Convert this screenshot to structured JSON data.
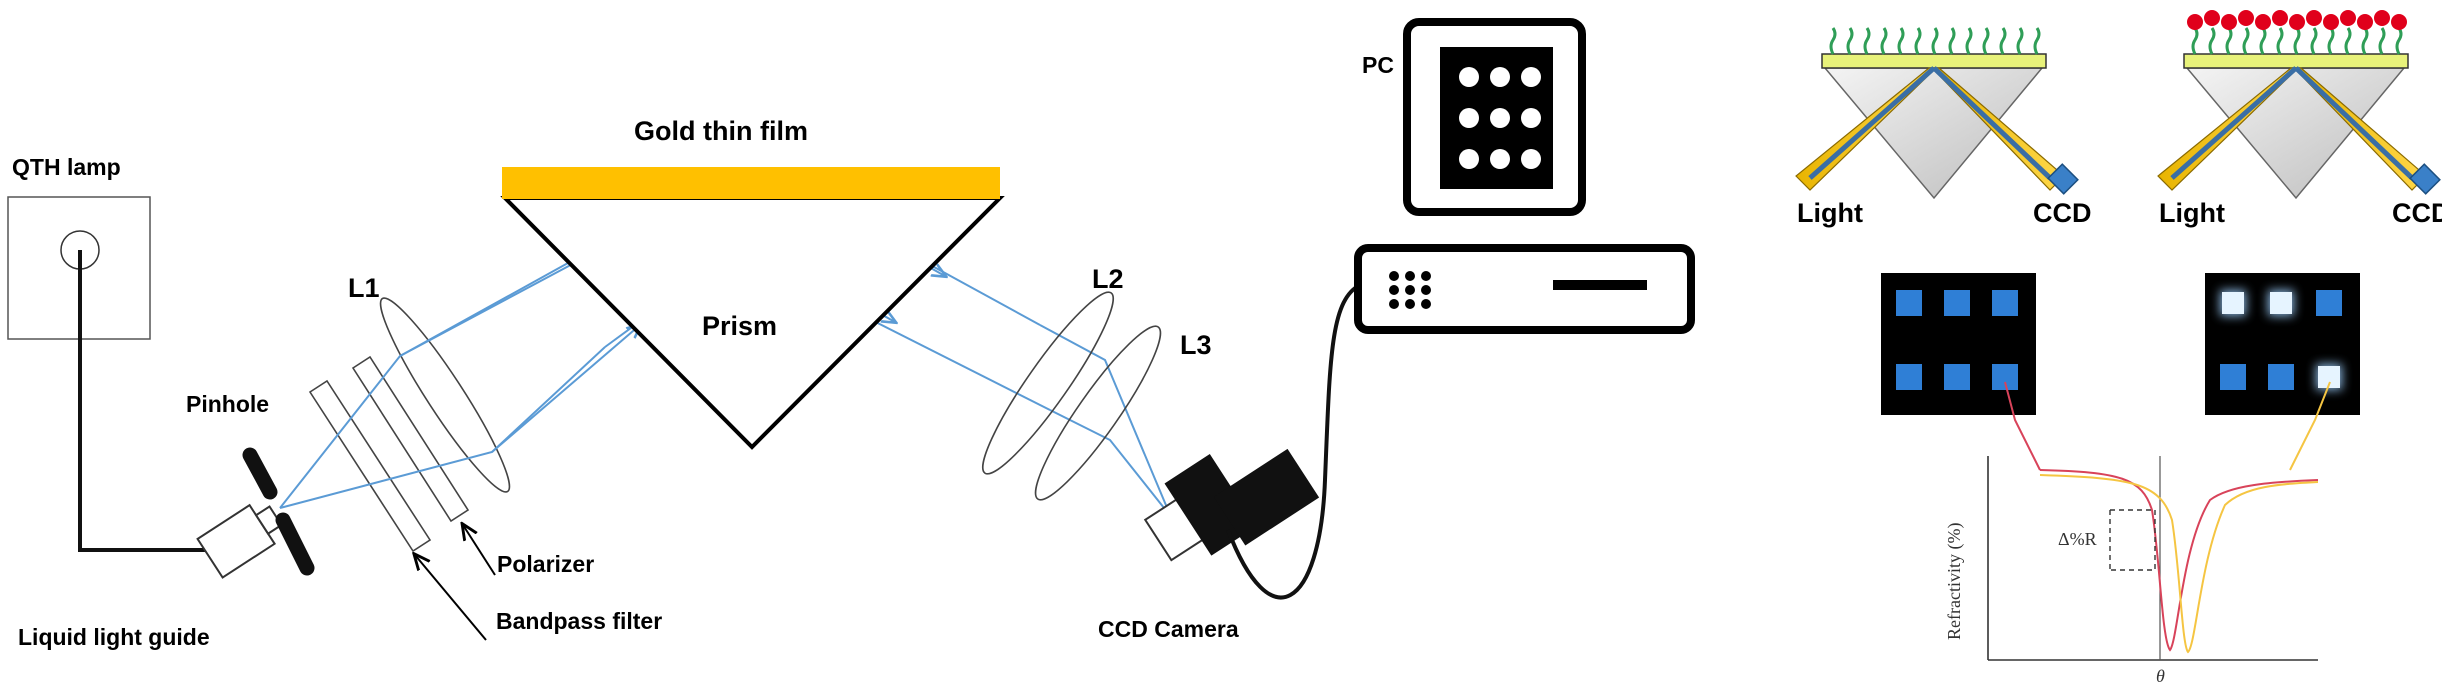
{
  "labels": {
    "qth_lamp": "QTH lamp",
    "pinhole": "Pinhole",
    "l1": "L1",
    "gold_film": "Gold thin film",
    "prism": "Prism",
    "l2": "L2",
    "l3": "L3",
    "pc": "PC",
    "polarizer": "Polarizer",
    "bandpass": "Bandpass filter",
    "light_guide": "Liquid light guide",
    "ccd_camera": "CCD Camera",
    "light_left": "Light",
    "ccd_left": "CCD",
    "light_right": "Light",
    "ccd_right": "CCD"
  },
  "plot": {
    "ylabel": "Refractivity (%)",
    "xlabel": "θ",
    "delta_label": "Δ%R"
  },
  "colors": {
    "gold": "#ffc000",
    "beam": "#5b9bd5",
    "film": "#e8f27a",
    "ligand": "#2f9e57",
    "analyte": "#e0001b",
    "spot": "#2f7fd6",
    "curve_red": "#d8435a",
    "curve_yellow": "#f5c542"
  }
}
